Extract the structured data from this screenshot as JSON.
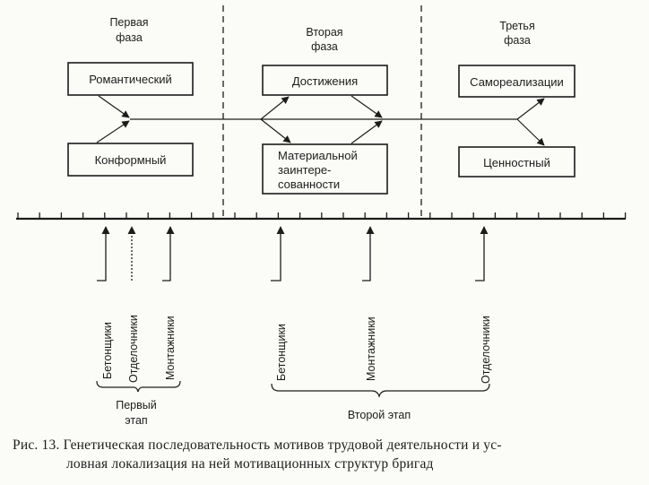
{
  "phases": [
    {
      "line1": "Первая",
      "line2": "фаза"
    },
    {
      "line1": "Вторая",
      "line2": "фаза"
    },
    {
      "line1": "Третья",
      "line2": "фаза"
    }
  ],
  "boxes": {
    "romantic": "Романтический",
    "conform": "Конформный",
    "achievements": "Достижения",
    "material": [
      "Материальной",
      "заинтере-",
      "сованности"
    ],
    "selfreal": "Самореализации",
    "value": "Ценностный"
  },
  "brigades": {
    "stage1": [
      "Бетонщики",
      "Отделочники",
      "Монтажники"
    ],
    "stage2": [
      "Бетонщики",
      "Монтажники",
      "Отделочники"
    ]
  },
  "stages": {
    "first": {
      "line1": "Первый",
      "line2": "этап"
    },
    "second": "Второй этап"
  },
  "caption": {
    "line1": "Рис. 13. Генетическая последовательность мотивов трудовой деятельности и ус-",
    "line2": "ловная локализация на ней мотивационных структур бригад"
  }
}
